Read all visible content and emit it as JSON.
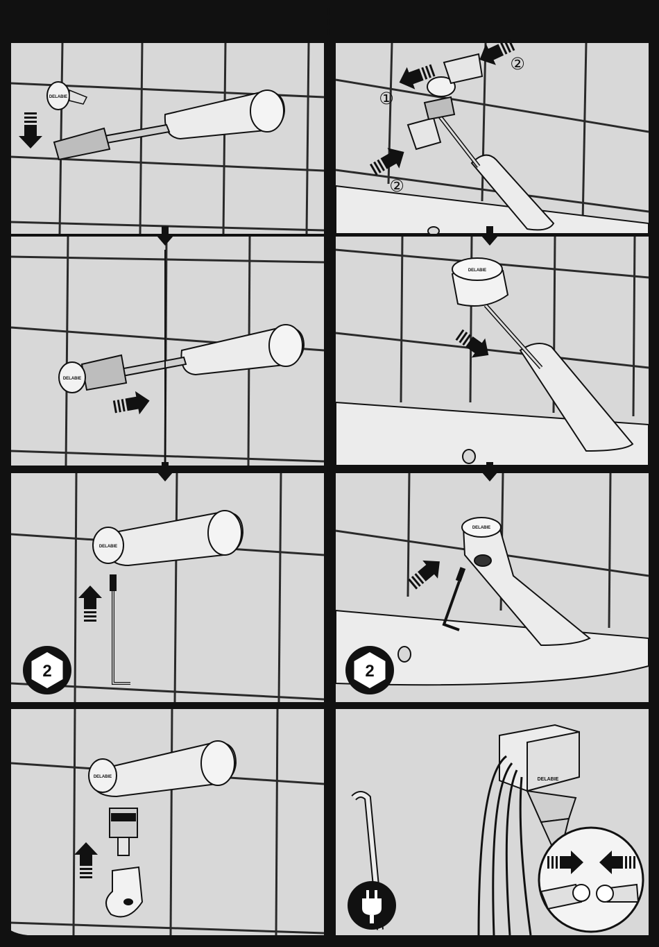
{
  "brand": {
    "logo_text": "DELABIE"
  },
  "steps": [
    {
      "id": "left-1"
    },
    {
      "id": "right-1",
      "callouts": [
        "①",
        "②",
        "②"
      ]
    },
    {
      "id": "left-2"
    },
    {
      "id": "right-2"
    },
    {
      "id": "left-3",
      "badge": "2"
    },
    {
      "id": "right-3",
      "badge": "2"
    },
    {
      "id": "left-4"
    },
    {
      "id": "right-4"
    }
  ],
  "colors": {
    "frame": "#111111",
    "panel": "#d8d8d8",
    "tile_line": "#2a2a2a",
    "metal": "#e6e6e6",
    "badge_bg": "#111111",
    "badge_fg": "#ffffff"
  },
  "icons": [
    "arrow-icon",
    "allen-key-icon",
    "power-plug-icon",
    "hex-key-size-icon"
  ]
}
